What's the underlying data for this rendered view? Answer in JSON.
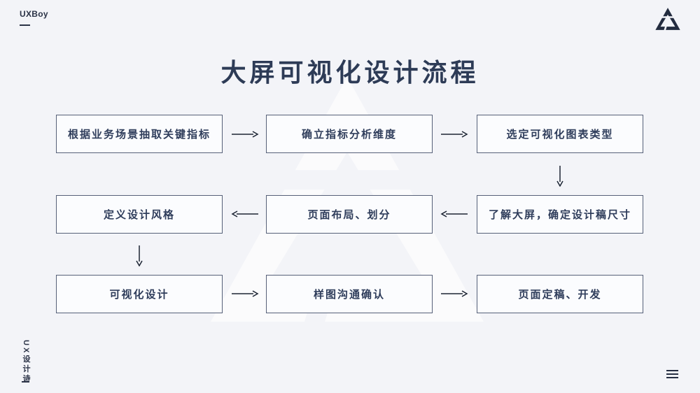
{
  "header": {
    "brand": "UXBoy",
    "logo_icon": "triangle-arrows-logo"
  },
  "title": "大屏可视化设计流程",
  "flow": {
    "boxes": [
      "根据业务场景抽取关键指标",
      "确立指标分析维度",
      "选定可视化图表类型",
      "定义设计风格",
      "页面布局、划分",
      "了解大屏，确定设计稿尺寸",
      "可视化设计",
      "样图沟通确认",
      "页面定稿、开发"
    ],
    "sequence": [
      "根据业务场景抽取关键指标",
      "确立指标分析维度",
      "选定可视化图表类型",
      "了解大屏，确定设计稿尺寸",
      "页面布局、划分",
      "定义设计风格",
      "可视化设计",
      "样图沟通确认",
      "页面定稿、开发"
    ],
    "layout_note": "S-shaped flow: row 1 left-to-right, down, row 2 right-to-left, down, row 3 left-to-right"
  },
  "footer": {
    "vertical_text": "UX设计诗",
    "menu_icon": "hamburger-menu-icon"
  },
  "colors": {
    "background": "#f3f4f8",
    "ink": "#2d3b56",
    "box_border": "#566078",
    "box_fill": "#fbfcfe",
    "watermark": "rgba(255,255,255,0.62)"
  }
}
